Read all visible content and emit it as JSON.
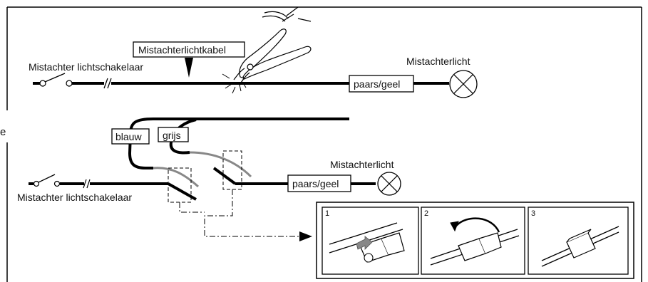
{
  "top_circuit": {
    "switch_label": "Mistachter lichtschakelaar",
    "cable_label": "Mistachterlichtkabel",
    "wire_label": "paars/geel",
    "lamp_label": "Mistachterlicht"
  },
  "bottom_circuit": {
    "switch_label": "Mistachter lichtschakelaar",
    "wire_blue": "blauw",
    "wire_grey": "grijs",
    "wire_label": "paars/geel",
    "lamp_label": "Mistachterlicht"
  },
  "edge_text": "e",
  "steps": [
    {
      "number": "1"
    },
    {
      "number": "2"
    },
    {
      "number": "3"
    }
  ]
}
